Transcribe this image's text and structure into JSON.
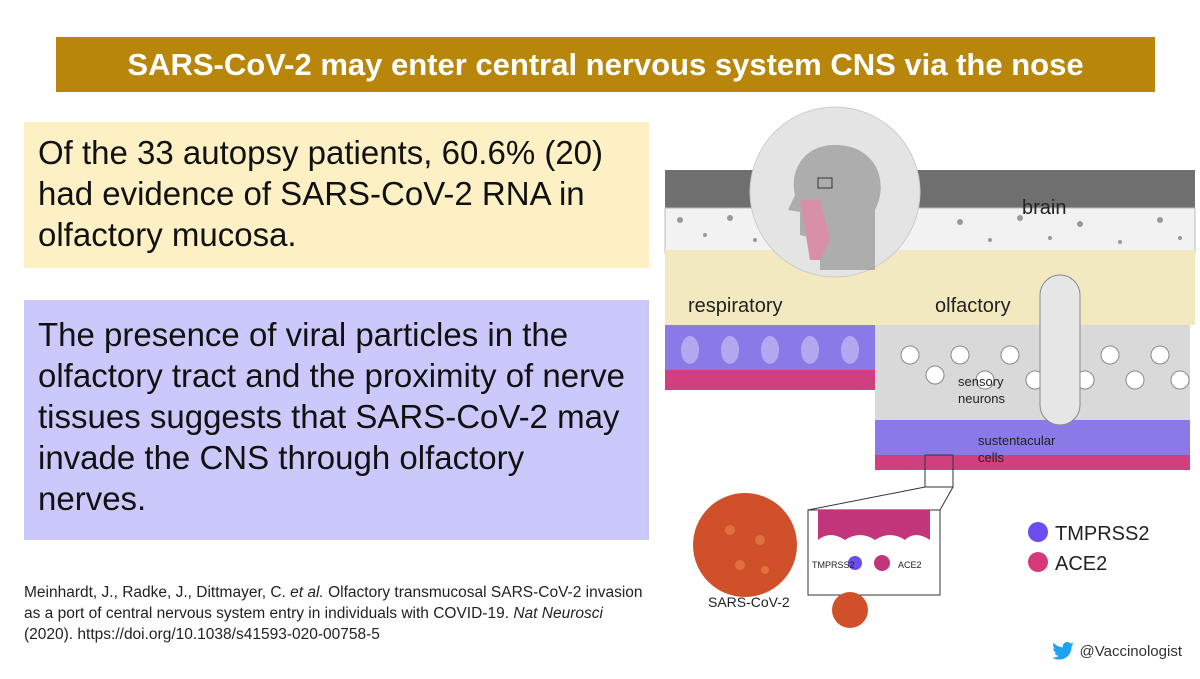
{
  "title": "SARS-CoV-2 may enter central nervous system CNS via the nose",
  "finding": "Of the 33 autopsy patients, 60.6% (20) had evidence of SARS-CoV-2 RNA in olfactory mucosa.",
  "conclusion": "The presence of viral particles in the olfactory tract and the proximity of nerve tissues suggests that SARS-CoV-2 may invade the CNS through olfactory nerves.",
  "citation": {
    "authors": "Meinhardt, J., Radke, J., Dittmayer, C. ",
    "etal": "et al.",
    "text": " Olfactory transmucosal SARS-CoV-2 invasion as a port of central nervous system entry in individuals with COVID-19. ",
    "journal": "Nat Neurosci",
    "rest": " (2020). https://doi.org/10.1038/s41593-020-00758-5"
  },
  "figure": {
    "labels": {
      "brain": "brain",
      "respiratory": "respiratory",
      "olfactory": "olfactory",
      "sensory_neurons_1": "sensory",
      "sensory_neurons_2": "neurons",
      "sustentacular_1": "sustentacular",
      "sustentacular_2": "cells",
      "virus": "SARS-CoV-2",
      "inset_tmprss2": "TMPRSS2",
      "inset_ace2": "ACE2"
    },
    "legend": [
      {
        "label": "TMPRSS2",
        "color": "#6a4cf0"
      },
      {
        "label": "ACE2",
        "color": "#d43a78"
      }
    ]
  },
  "handle": "@Vaccinologist",
  "colors": {
    "title_bg": "#b8860b",
    "finding_bg": "#fdf0c4",
    "conclusion_bg": "#cbc9fb",
    "virus": "#d0502a"
  }
}
